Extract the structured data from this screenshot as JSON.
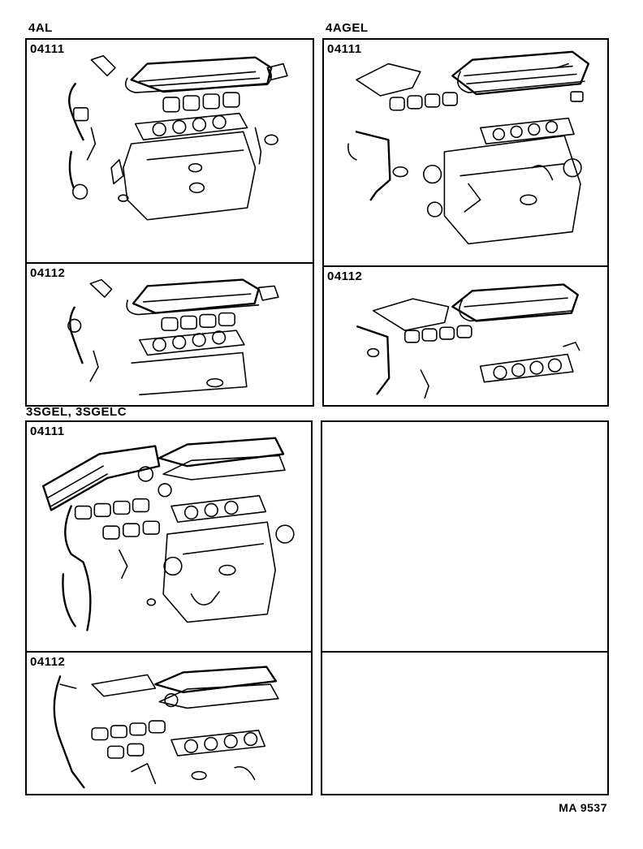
{
  "groups": [
    {
      "label": "4AL"
    },
    {
      "label": "4AGEL"
    },
    {
      "label": "3SGEL, 3SGELC"
    }
  ],
  "panels": [
    {
      "code": "04111",
      "icon": "engine-gasket-kit-4al"
    },
    {
      "code": "04112",
      "icon": "cylinder-head-gasket-kit-4al"
    },
    {
      "code": "04111",
      "icon": "engine-gasket-kit-4agel"
    },
    {
      "code": "04112",
      "icon": "cylinder-head-gasket-kit-4agel"
    },
    {
      "code": "04111",
      "icon": "engine-gasket-kit-3sgel"
    },
    {
      "code": "04112",
      "icon": "cylinder-head-gasket-kit-3sgel"
    },
    {
      "code": "",
      "icon": ""
    },
    {
      "code": "",
      "icon": ""
    }
  ],
  "footer": {
    "reference": "MA 9537"
  }
}
